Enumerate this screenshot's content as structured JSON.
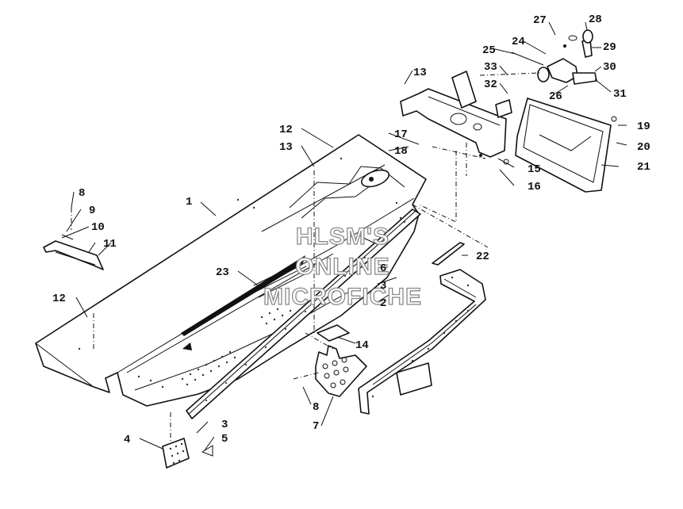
{
  "watermark": {
    "line1": "HLSM'S",
    "line2": "ONLINE",
    "line3": "MICROFICHE"
  },
  "callouts": [
    {
      "id": "c1",
      "label": "1"
    },
    {
      "id": "c2",
      "label": "2"
    },
    {
      "id": "c3a",
      "label": "3"
    },
    {
      "id": "c3b",
      "label": "3"
    },
    {
      "id": "c4",
      "label": "4"
    },
    {
      "id": "c5",
      "label": "5"
    },
    {
      "id": "c6",
      "label": "6"
    },
    {
      "id": "c7",
      "label": "7"
    },
    {
      "id": "c8a",
      "label": "8"
    },
    {
      "id": "c8b",
      "label": "8"
    },
    {
      "id": "c9",
      "label": "9"
    },
    {
      "id": "c10",
      "label": "10"
    },
    {
      "id": "c11",
      "label": "11"
    },
    {
      "id": "c12a",
      "label": "12"
    },
    {
      "id": "c12b",
      "label": "12"
    },
    {
      "id": "c13a",
      "label": "13"
    },
    {
      "id": "c13b",
      "label": "13"
    },
    {
      "id": "c14",
      "label": "14"
    },
    {
      "id": "c15",
      "label": "15"
    },
    {
      "id": "c16",
      "label": "16"
    },
    {
      "id": "c17",
      "label": "17"
    },
    {
      "id": "c18",
      "label": "18"
    },
    {
      "id": "c19",
      "label": "19"
    },
    {
      "id": "c20",
      "label": "20"
    },
    {
      "id": "c21",
      "label": "21"
    },
    {
      "id": "c22",
      "label": "22"
    },
    {
      "id": "c23",
      "label": "23"
    },
    {
      "id": "c24",
      "label": "24"
    },
    {
      "id": "c25",
      "label": "25"
    },
    {
      "id": "c26",
      "label": "26"
    },
    {
      "id": "c27",
      "label": "27"
    },
    {
      "id": "c28",
      "label": "28"
    },
    {
      "id": "c29",
      "label": "29"
    },
    {
      "id": "c30",
      "label": "30"
    },
    {
      "id": "c31",
      "label": "31"
    },
    {
      "id": "c32",
      "label": "32"
    },
    {
      "id": "c33",
      "label": "33"
    }
  ]
}
